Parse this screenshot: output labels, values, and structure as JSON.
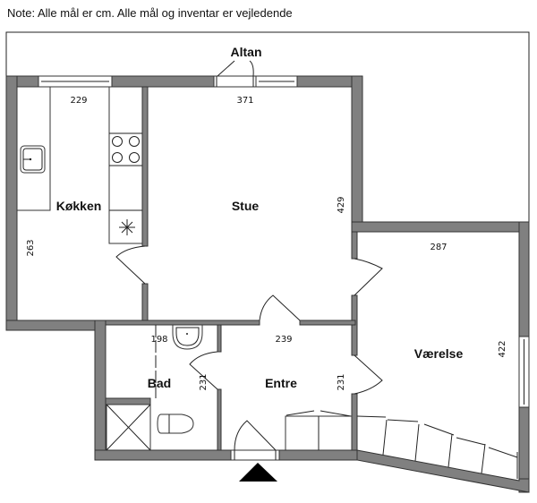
{
  "note": "Note: Alle mål er cm. Alle mål og inventar er vejledende",
  "rooms": {
    "altan": "Altan",
    "kitchen": "Køkken",
    "living": "Stue",
    "bedroom": "Værelse",
    "bath": "Bad",
    "entry": "Entre"
  },
  "dimensions": {
    "kitchen_width": "229",
    "kitchen_depth": "263",
    "living_width": "371",
    "living_depth": "429",
    "bedroom_width": "287",
    "bedroom_depth": "422",
    "bath_width": "198",
    "bath_depth": "231",
    "entry_width": "239",
    "entry_depth": "231"
  },
  "colors": {
    "wall": "#808080"
  }
}
